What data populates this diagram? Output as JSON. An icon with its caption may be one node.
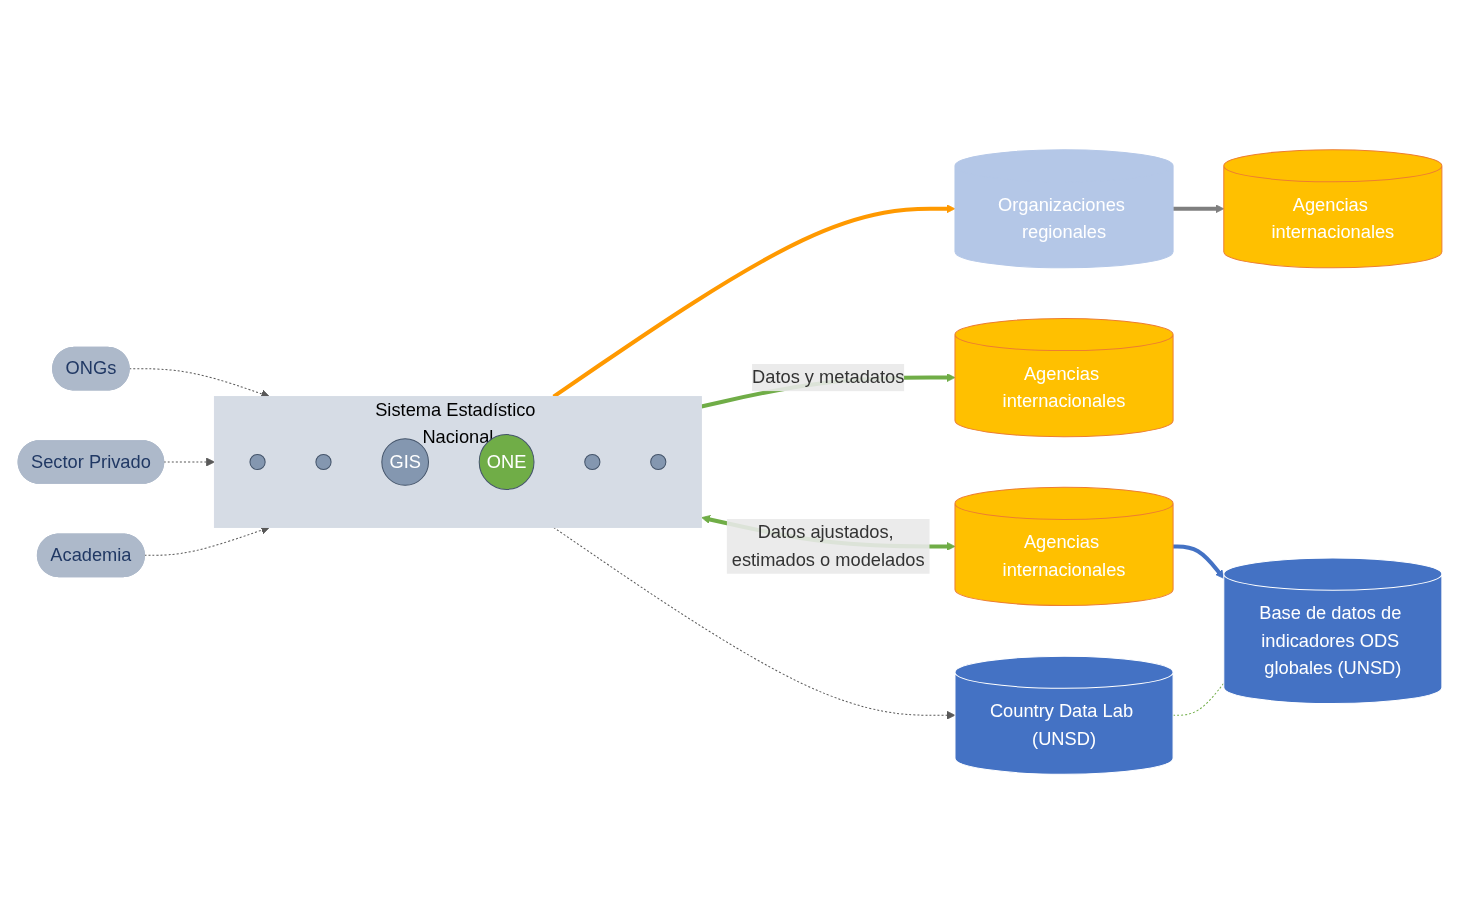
{
  "diagram": {
    "nodes": [
      {
        "text": [
          "Organizaciones regionales"
        ]
      },
      {
        "text": [
          "Agencias internacionales"
        ]
      },
      {
        "text": [
          "Agencias internacionales"
        ]
      },
      {
        "text": [
          "Agencias internacionales"
        ]
      },
      {
        "text": [
          "ONGs"
        ]
      },
      {
        "text": [
          "Sector Privado"
        ]
      },
      {
        "text": [
          "Academia"
        ]
      },
      {
        "text": [
          "Sistema Estadístico Nacional"
        ]
      },
      {
        "text": [],
        "shape": "circle",
        "in": 7
      },
      {
        "text": [],
        "shape": "circle",
        "in": 7
      },
      {
        "text": [
          "GIS"
        ],
        "in": 7
      },
      {
        "text": [
          "ONE"
        ],
        "in": 7
      },
      {
        "text": [],
        "shape": "circle",
        "in": 7
      },
      {
        "text": [],
        "shape": "circle",
        "in": 7
      },
      {
        "text": [
          "Country Data Lab (UNSD)"
        ]
      },
      {
        "text": [
          "Base de datos de indicadores ODS globales (UNSD)"
        ]
      }
    ],
    "edges": [
      {
        "from": 7,
        "to": 0,
        "arrow": "to",
        "style": "thick",
        "color": "#ff9900"
      },
      {
        "from": 0,
        "to": 1,
        "arrow": "to",
        "style": "thick",
        "color": "#7f7f7f"
      },
      {
        "from": 4,
        "to": 7,
        "arrow": "to",
        "style": "dashed"
      },
      {
        "from": 5,
        "to": 7,
        "arrow": "to",
        "style": "dashed"
      },
      {
        "from": 6,
        "to": 7,
        "arrow": "to",
        "style": "dashed"
      },
      {
        "from": 7,
        "to": 2,
        "arrow": "to",
        "label": "Datos y metadatos",
        "style": "thick",
        "color": "#70ad47"
      },
      {
        "from": 7,
        "to": 3,
        "arrow": "both",
        "label": "Datos ajustados, estimados o modelados",
        "style": "thick",
        "color": "#70ad47"
      },
      {
        "from": 3,
        "to": 15,
        "arrow": "to",
        "style": "thick",
        "color": "#4472c4"
      },
      {
        "from": 7,
        "to": 14,
        "arrow": "to",
        "style": "dashed"
      },
      {
        "from": 14,
        "to": 15,
        "arrow": "none",
        "style": "dashed",
        "color": "#70ad47"
      }
    ]
  }
}
